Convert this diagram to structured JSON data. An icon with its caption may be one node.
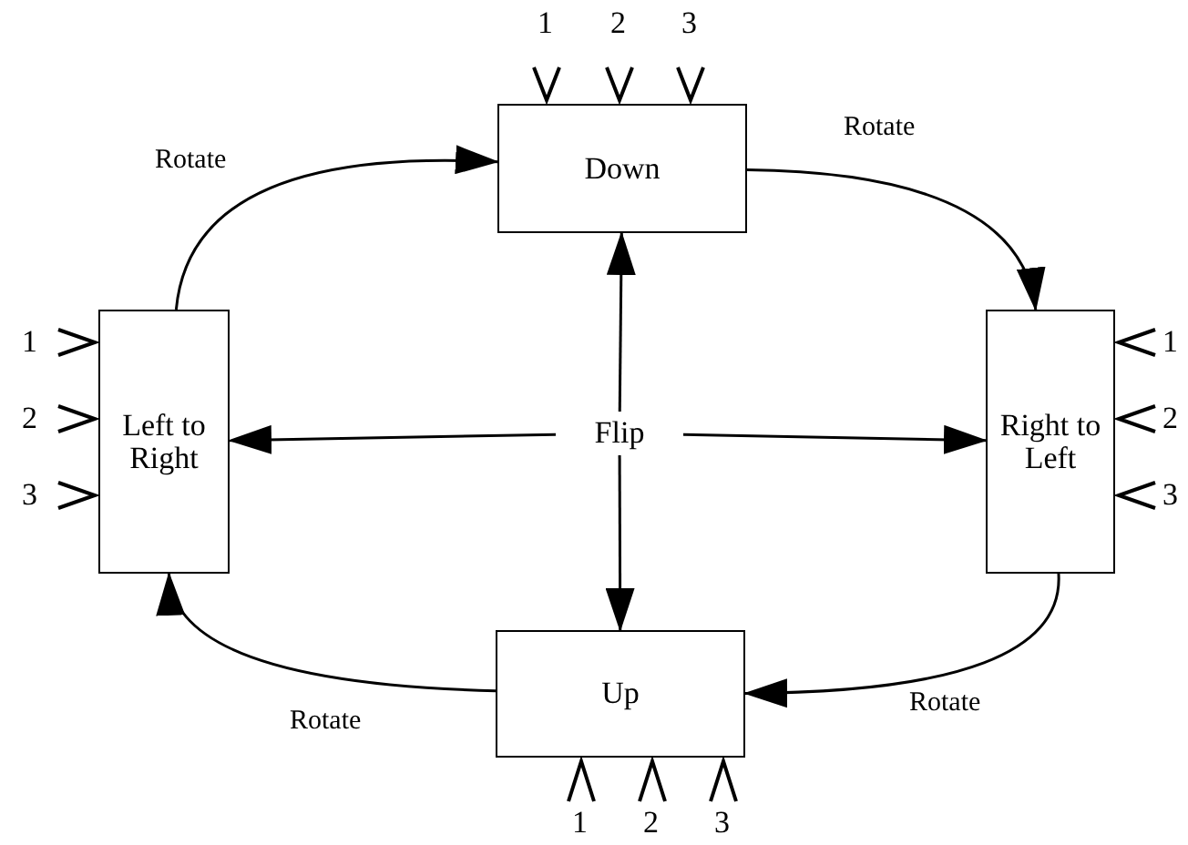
{
  "diagram": {
    "nodes": [
      {
        "text": [
          "Down"
        ]
      },
      {
        "text": [
          "Left to Right"
        ]
      },
      {
        "text": [
          "Flip"
        ]
      },
      {
        "text": [
          "Right to Left"
        ]
      },
      {
        "text": [
          "Up"
        ]
      }
    ],
    "edges": [
      {
        "from": 1,
        "to": 0,
        "arrow": "to",
        "label": "Rotate"
      },
      {
        "from": 0,
        "to": 3,
        "arrow": "to",
        "label": "Rotate"
      },
      {
        "from": 3,
        "to": 4,
        "arrow": "to",
        "label": "Rotate"
      },
      {
        "from": 4,
        "to": 1,
        "arrow": "to",
        "label": "Rotate"
      },
      {
        "from": 2,
        "to": 0,
        "arrow": "to"
      },
      {
        "from": 2,
        "to": 1,
        "arrow": "to"
      },
      {
        "from": 2,
        "to": 3,
        "arrow": "to"
      },
      {
        "from": 2,
        "to": 4,
        "arrow": "to"
      }
    ],
    "labels": [
      "1",
      "2",
      "3",
      "1",
      "2",
      "3",
      "1",
      "2",
      "3",
      "1",
      "2",
      "3"
    ]
  }
}
